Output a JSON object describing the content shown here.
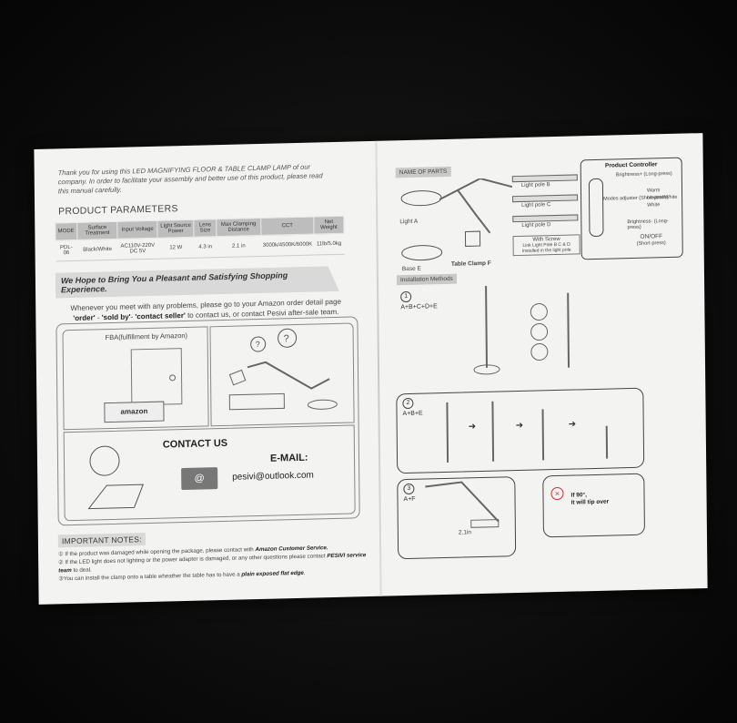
{
  "left": {
    "intro": "Thank you for using this LED MAGNIFYING FLOOR & TABLE CLAMP LAMP of our company. In order to facilitate your assembly and better use of this product, please read this manual carefully.",
    "params_title": "PRODUCT PARAMETERS",
    "params_headers": [
      "MODE",
      "Surface Treatment",
      "Input Voltage",
      "Light Source Power",
      "Lens Size",
      "Max Clamping Distance",
      "CCT",
      "Net Weight"
    ],
    "params_row": [
      "PDL-06",
      "Black/White",
      "AC110V-220V DC 5V",
      "12 W",
      "4.3 in",
      "2.1 in",
      "3000k/4500K/6000K",
      "11lb/5.0kg"
    ],
    "banner": "We Hope to Bring You a Pleasant and Satisfying Shopping Experience.",
    "msg_line1": "Whenever you meet with any problems, please go to your Amazon order detail page",
    "msg_q1": "'order'",
    "msg_sep1": " - ",
    "msg_q2": "'sold by'",
    "msg_sep2": "- ",
    "msg_q3": "'contact seller'",
    "msg_line2_end": " to contact us, or contact Pesivi after-sale team.",
    "fba_label": "FBA(fulfillment by Amazon)",
    "amazon_box": "amazon",
    "contact_us": "CONTACT US",
    "email_label": "E-MAIL:",
    "email": "pesivi@outlook.com",
    "envelope": "@",
    "notes_title": "IMPORTANT NOTES:",
    "note1_a": "① If the product was damaged while opening the package, please contact with ",
    "note1_b": "Amazon Customer Service.",
    "note2_a": "② If the LED light does not lighting or the power adapter is damaged, or any other questions please contact ",
    "note2_b": "PESIVI service team",
    "note2_c": " to deal.",
    "note3_a": "③You can install the clamp onto a table wheather the table has to have a ",
    "note3_b": "plain exposed flat edge",
    "note3_c": "."
  },
  "right": {
    "parts_label": "NAME OF PARTS",
    "light_a": "Light A",
    "base_e": "Base E",
    "clamp_f": "Table Clamp F",
    "pole_b": "Light pole B",
    "pole_c": "Light pole C",
    "pole_d": "Light pole D",
    "screw_title": "With Screw",
    "screw_text": "Link Light Pole B C & D Installed in the light pole",
    "controller_title": "Product Controller",
    "ctrl_brightness_up": "Brightness+ (Long-press)",
    "ctrl_modes": "Modes adjuster (Short-press)",
    "ctrl_warm": "Warm",
    "ctrl_neutral": "Neutral/White",
    "ctrl_white": "White",
    "ctrl_brightness_down": "Brightness- (Long-press)",
    "ctrl_onoff": "ON/OFF",
    "ctrl_onoff_sub": "(Short-press)",
    "install_label": "Installation Methods",
    "step1_num": "1",
    "step1_text": "A+B+C+D+E",
    "step2_num": "2",
    "step2_text": "A+B+E",
    "step3_num": "3",
    "step3_text": "A+F",
    "clamp_dim": "2.1in",
    "tip_line1": "If 90°,",
    "tip_line2": "it will tip over"
  }
}
